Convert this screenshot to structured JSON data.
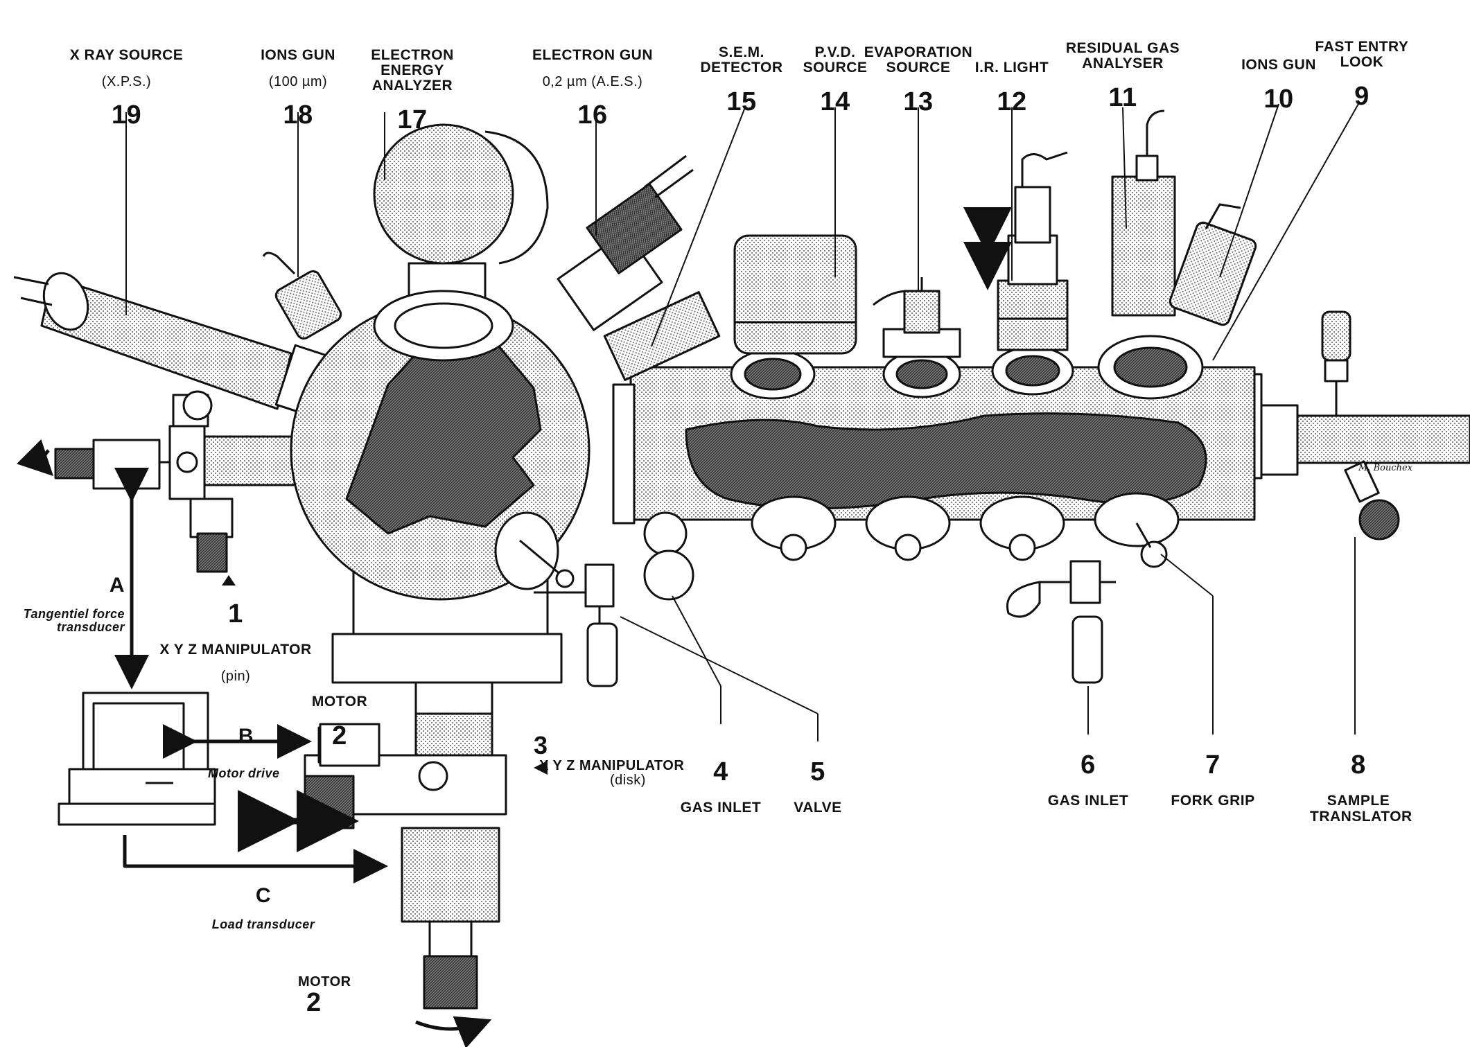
{
  "callouts": {
    "c19": {
      "number": "19",
      "title": "X RAY SOURCE",
      "sub": "(X.P.S.)"
    },
    "c18": {
      "number": "18",
      "title": "IONS GUN",
      "sub": "(100 µm)"
    },
    "c17": {
      "number": "17",
      "title": "ELECTRON ENERGY\nANALYZER"
    },
    "c16": {
      "number": "16",
      "title": "ELECTRON GUN",
      "sub": "0,2 µm (A.E.S.)"
    },
    "c15": {
      "number": "15",
      "title": "S.E.M.\nDETECTOR"
    },
    "c14": {
      "number": "14",
      "title": "P.V.D.\nSOURCE"
    },
    "c13": {
      "number": "13",
      "title": "EVAPORATION\nSOURCE"
    },
    "c12": {
      "number": "12",
      "title": "I.R. LIGHT"
    },
    "c11": {
      "number": "11",
      "title": "RESIDUAL GAS\nANALYSER"
    },
    "c10": {
      "number": "10",
      "title": "IONS GUN"
    },
    "c9": {
      "number": "9",
      "title": "FAST ENTRY\nLOOK"
    },
    "c1": {
      "number": "1",
      "title": "X Y Z MANIPULATOR",
      "sub": "(pin)"
    },
    "c2a": {
      "number": "2",
      "title": "MOTOR"
    },
    "c2b": {
      "number": "2",
      "title": "MOTOR"
    },
    "c3": {
      "number": "3",
      "title": "X Y Z MANIPULATOR",
      "sub": "(disk)"
    },
    "c4": {
      "number": "4",
      "title": "GAS INLET"
    },
    "c5": {
      "number": "5",
      "title": "VALVE"
    },
    "c6": {
      "number": "6",
      "title": "GAS INLET"
    },
    "c7": {
      "number": "7",
      "title": "FORK GRIP"
    },
    "c8": {
      "number": "8",
      "title": "SAMPLE\nTRANSLATOR"
    }
  },
  "links": {
    "A": {
      "letter": "A",
      "text": "Tangentiel force\ntransducer"
    },
    "B": {
      "letter": "B",
      "text": "Motor drive"
    },
    "C": {
      "letter": "C",
      "text": "Load  transducer"
    }
  },
  "signature": "M. Bouchex",
  "colors": {
    "ink": "#111111",
    "shade": "#cfcfcf",
    "dark": "#555555",
    "paper": "#ffffff"
  }
}
